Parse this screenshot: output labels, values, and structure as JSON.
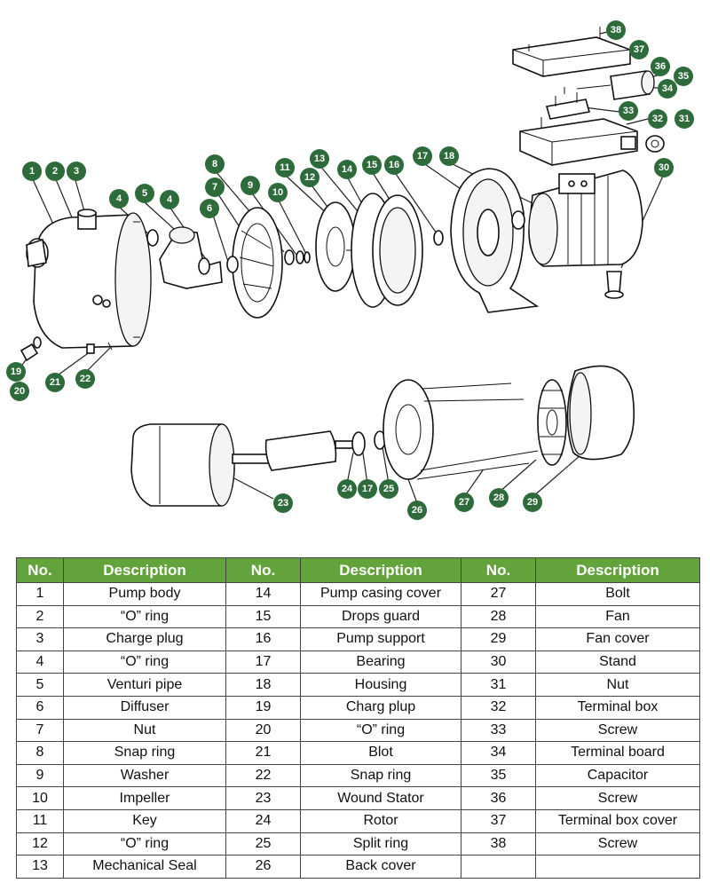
{
  "callout_numbers": [
    "1",
    "2",
    "3",
    "4",
    "5",
    "4",
    "6",
    "7",
    "8",
    "9",
    "10",
    "11",
    "12",
    "13",
    "14",
    "15",
    "16",
    "17",
    "18",
    "38",
    "37",
    "36",
    "35",
    "34",
    "33",
    "32",
    "31",
    "30",
    "19",
    "20",
    "21",
    "22",
    "23",
    "24",
    "17",
    "25",
    "26",
    "27",
    "28",
    "29"
  ],
  "table": {
    "headers": [
      "No.",
      "Description",
      "No.",
      "Description",
      "No.",
      "Description"
    ],
    "rows": [
      [
        "1",
        "Pump body",
        "14",
        "Pump casing cover",
        "27",
        "Bolt"
      ],
      [
        "2",
        "“O”  ring",
        "15",
        "Drops guard",
        "28",
        "Fan"
      ],
      [
        "3",
        "Charge plug",
        "16",
        "Pump support",
        "29",
        "Fan cover"
      ],
      [
        "4",
        "“O”  ring",
        "17",
        "Bearing",
        "30",
        "Stand"
      ],
      [
        "5",
        "Venturi pipe",
        "18",
        "Housing",
        "31",
        "Nut"
      ],
      [
        "6",
        "Diffuser",
        "19",
        "Charg plup",
        "32",
        "Terminal box"
      ],
      [
        "7",
        "Nut",
        "20",
        "“O”  ring",
        "33",
        "Screw"
      ],
      [
        "8",
        "Snap ring",
        "21",
        "Blot",
        "34",
        "Terminal board"
      ],
      [
        "9",
        "Washer",
        "22",
        "Snap ring",
        "35",
        "Capacitor"
      ],
      [
        "10",
        "Impeller",
        "23",
        "Wound Stator",
        "36",
        "Screw"
      ],
      [
        "11",
        "Key",
        "24",
        "Rotor",
        "37",
        "Terminal box cover"
      ],
      [
        "12",
        "“O”  ring",
        "25",
        "Split ring",
        "38",
        "Screw"
      ],
      [
        "13",
        "Mechanical Seal",
        "26",
        "Back cover",
        "",
        ""
      ]
    ]
  },
  "colors": {
    "callout": "#2e6b3a",
    "header": "#63a33c"
  }
}
